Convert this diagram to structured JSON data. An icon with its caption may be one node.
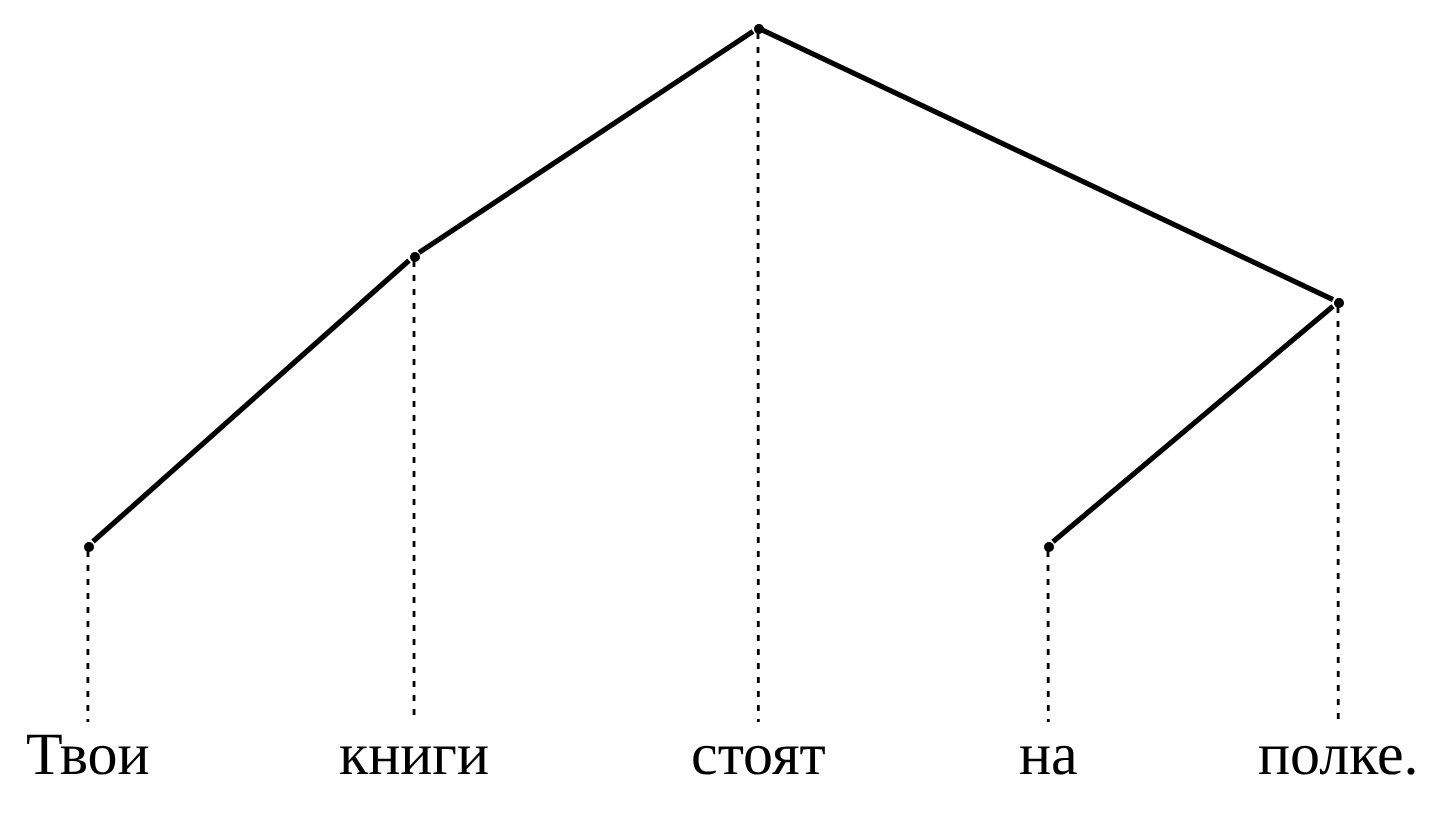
{
  "diagram": {
    "nodes": [
      {
        "text": [],
        "shape": "point"
      },
      {
        "text": [],
        "shape": "point"
      },
      {
        "text": [],
        "shape": "point"
      },
      {
        "text": [],
        "shape": "point"
      },
      {
        "text": [],
        "shape": "point"
      },
      {
        "text": [
          "Твои"
        ]
      },
      {
        "text": [
          "книги"
        ]
      },
      {
        "text": [
          "стоят"
        ]
      },
      {
        "text": [
          "на"
        ]
      },
      {
        "text": [
          "полке."
        ]
      }
    ],
    "edges": [
      {
        "from": 2,
        "to": 1,
        "arrow": "none"
      },
      {
        "from": 1,
        "to": 0,
        "arrow": "none"
      },
      {
        "from": 2,
        "to": 4,
        "arrow": "none"
      },
      {
        "from": 4,
        "to": 3,
        "arrow": "none"
      },
      {
        "from": 0,
        "to": 5,
        "arrow": "none",
        "style": "dashed"
      },
      {
        "from": 1,
        "to": 6,
        "arrow": "none",
        "style": "dashed"
      },
      {
        "from": 2,
        "to": 7,
        "arrow": "none",
        "style": "dashed"
      },
      {
        "from": 3,
        "to": 8,
        "arrow": "none",
        "style": "dashed"
      },
      {
        "from": 4,
        "to": 9,
        "arrow": "none",
        "style": "dashed"
      }
    ]
  }
}
